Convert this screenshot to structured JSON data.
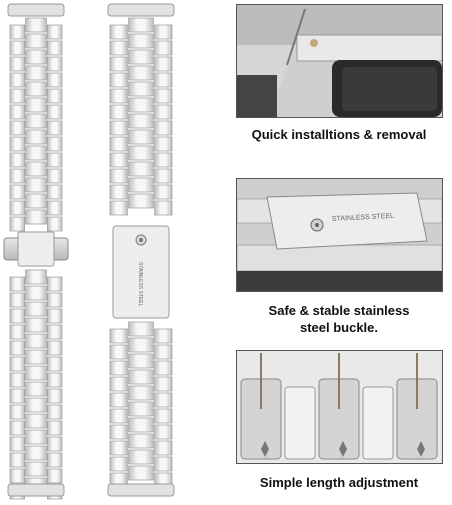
{
  "captions": {
    "quick": "Quick installtions & removal",
    "buckle_line1": "Safe & stable stainless",
    "buckle_line2": "steel buckle.",
    "length": "Simple length adjustment"
  },
  "buckle_text": "STAINLESS STEEL",
  "colors": {
    "steel_light": "#f2f2f2",
    "steel_mid": "#c9c9c9",
    "steel_dark": "#8a8a8a",
    "background": "#ffffff",
    "dark_panel": "#2a2a2a"
  }
}
